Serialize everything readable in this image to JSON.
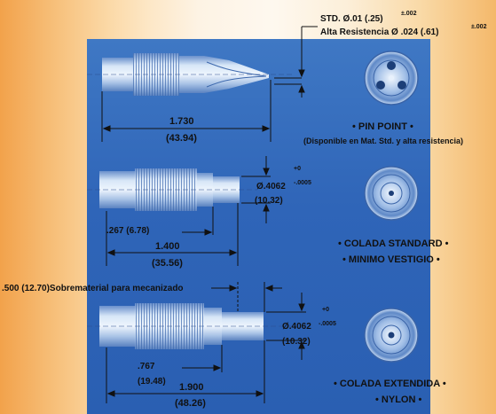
{
  "spec": {
    "std_line": "STD. Ø.01 (.25)",
    "std_tol": "±.002",
    "alta_line": "Alta Resistencia Ø .024 (.61)",
    "alta_tol": "±.002"
  },
  "nozzle_pin_point": {
    "length_in": "1.730",
    "length_mm": "(43.94)",
    "label": "• PIN POINT •",
    "note": "(Disponible en Mat. Std. y alta resistencia)"
  },
  "nozzle_standard": {
    "dia_in": "Ø.4062",
    "dia_tol_plus": "+0",
    "dia_tol_minus": "-.0005",
    "dia_mm": "(10.32)",
    "short_len": ".267 (6.78)",
    "length_in": "1.400",
    "length_mm": "(35.56)",
    "label_line1": "• COLADA STANDARD •",
    "label_line2": "• MINIMO VESTIGIO •"
  },
  "nozzle_extended": {
    "overstock_note": ".500 (12.70)Sobrematerial para mecanizado",
    "dia_in": "Ø.4062",
    "dia_tol_plus": "+0",
    "dia_tol_minus": "-.0005",
    "dia_mm": "(10.32)",
    "short_len_in": ".767",
    "short_len_mm": "(19.48)",
    "length_in": "1.900",
    "length_mm": "(48.26)",
    "label_line1": "• COLADA EXTENDIDA •",
    "label_line2": "• NYLON •"
  },
  "colors": {
    "panel_blue": "#2f65b8",
    "metal_light": "#c9dcf2",
    "metal_dark": "#5e86c2",
    "ink": "#111111"
  }
}
